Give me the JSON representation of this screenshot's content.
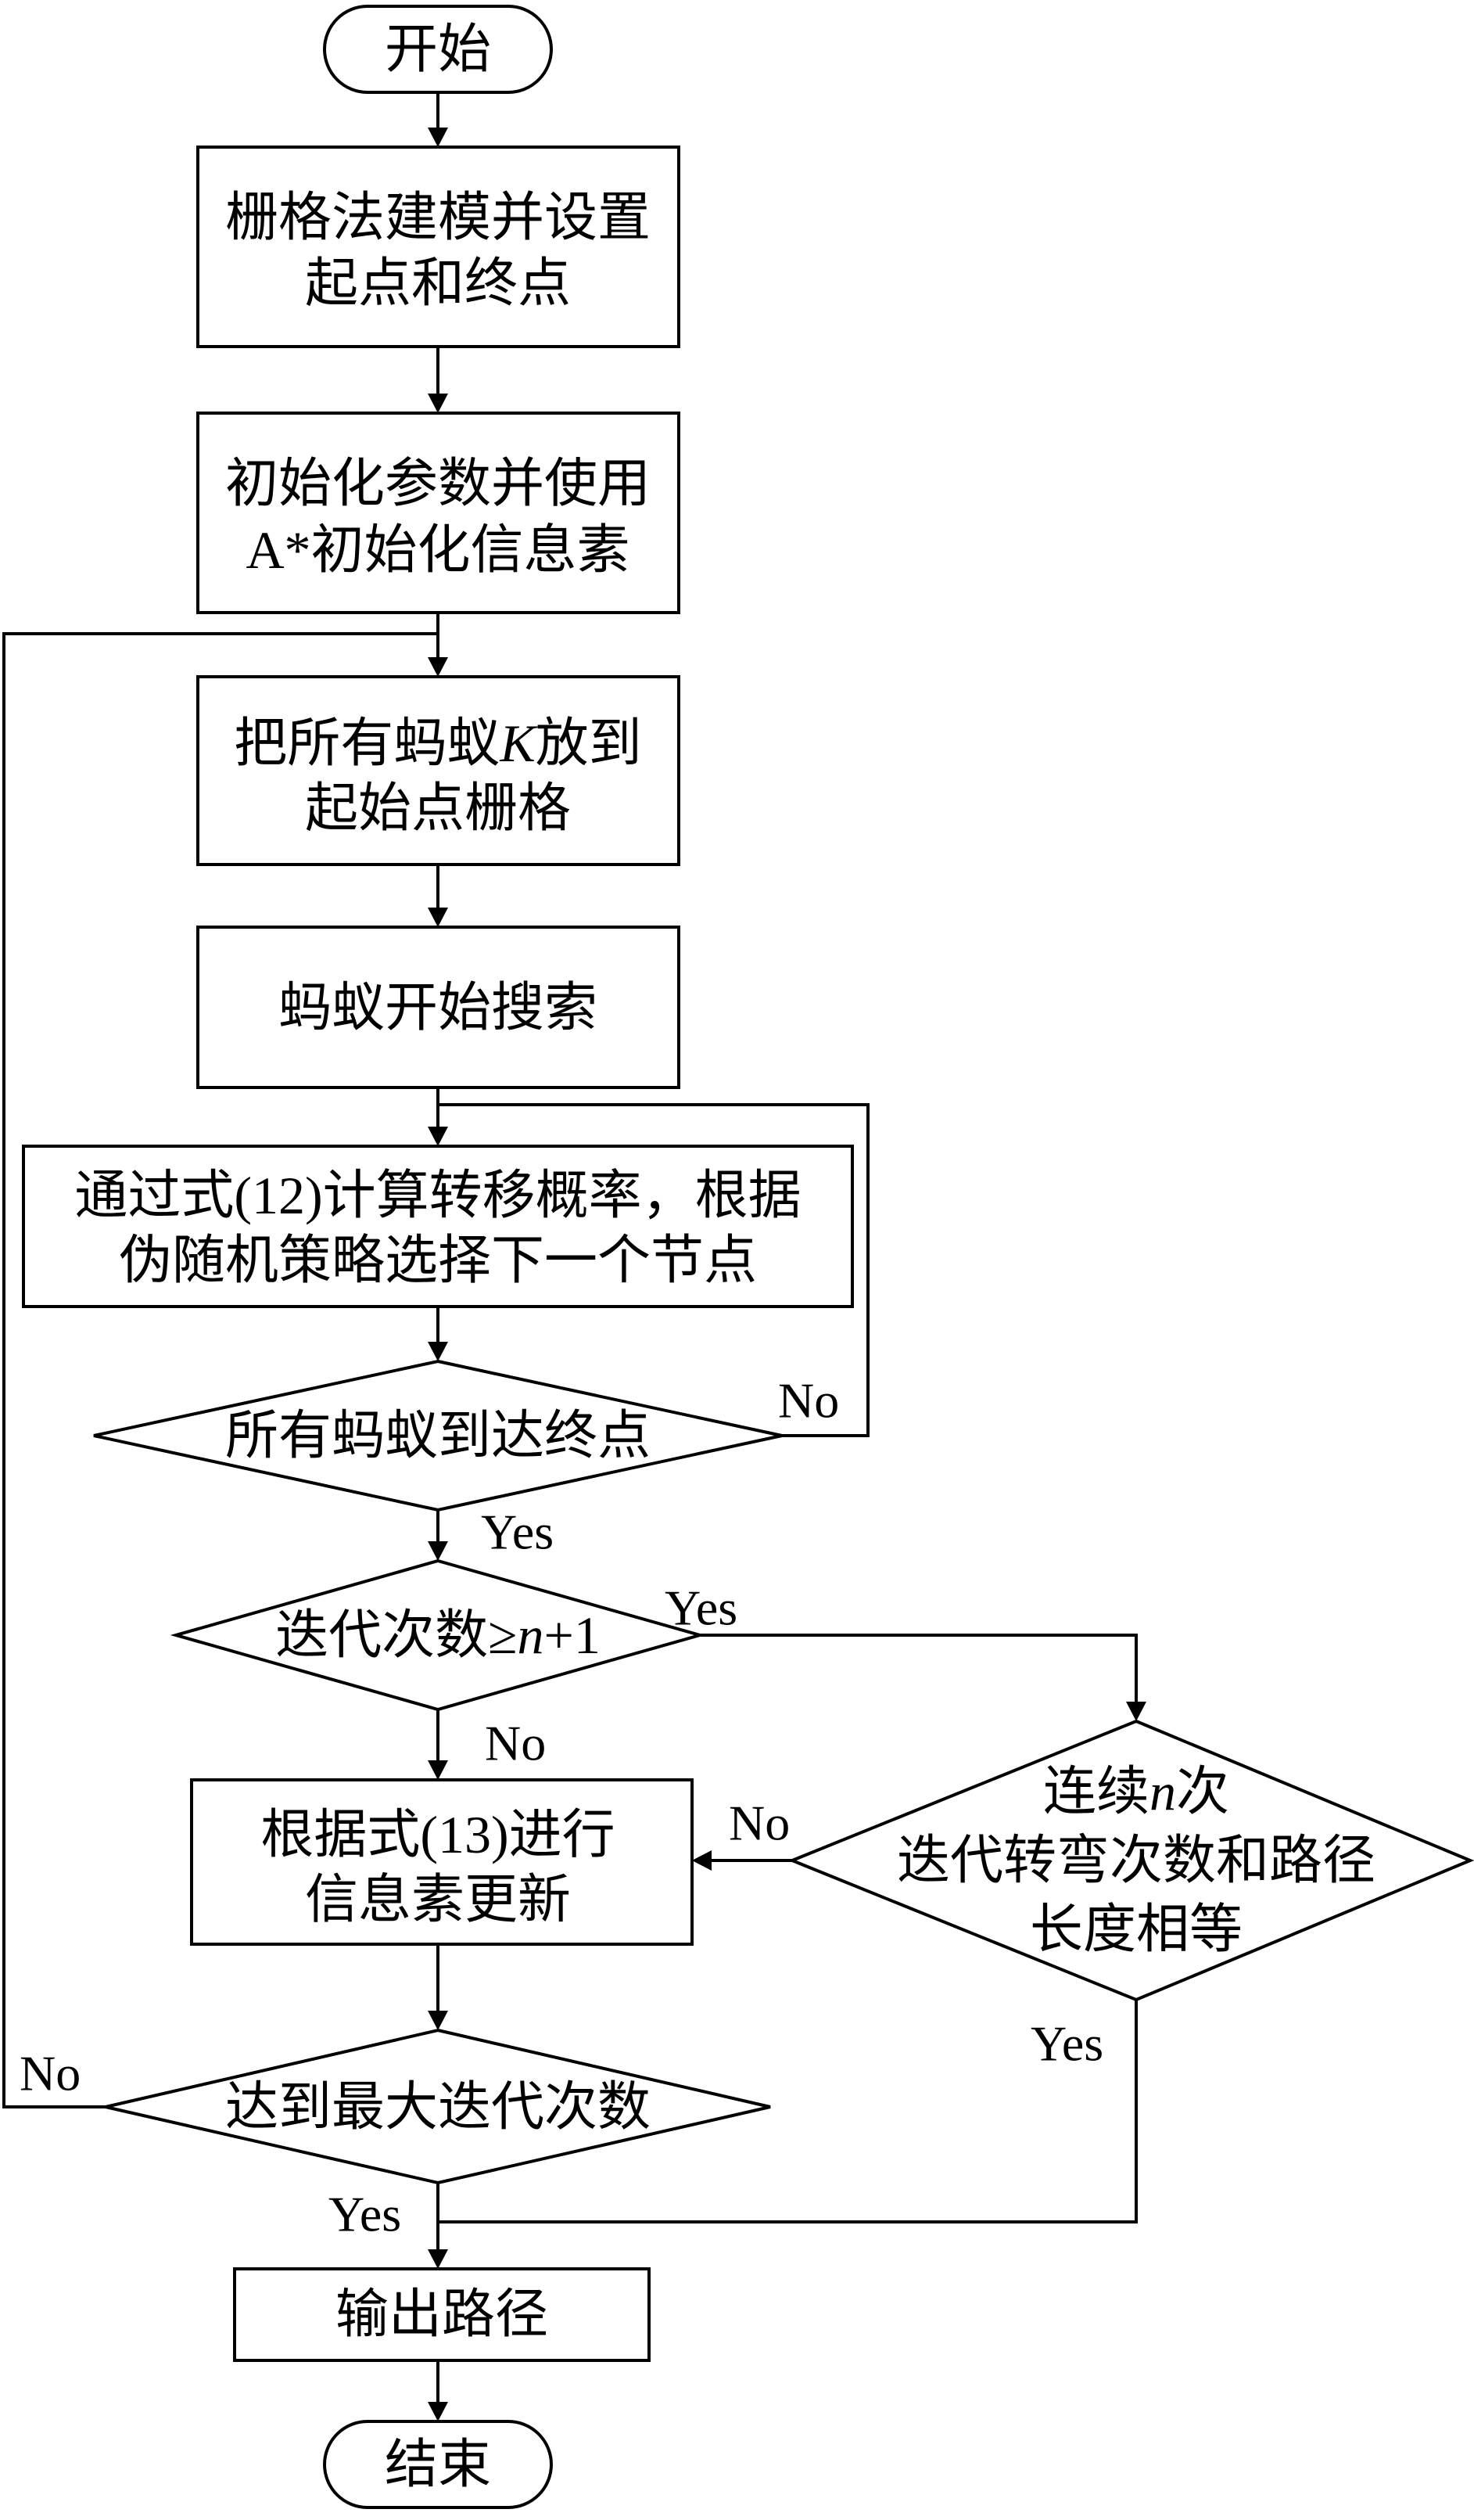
{
  "nodes": {
    "start": "开始",
    "step1": [
      "栅格法建模并设置",
      "起点和终点"
    ],
    "step2": [
      "初始化参数并使用",
      "A*初始化信息素"
    ],
    "step3": {
      "before": "把所有蚂蚁",
      "var": "K",
      "after": "放到",
      "line2": "起始点栅格"
    },
    "step4": "蚂蚁开始搜索",
    "step5": [
      "通过式(12)计算转移概率，根据",
      "伪随机策略选择下一个节点"
    ],
    "decision1": "所有蚂蚁到达终点",
    "decision2": {
      "before": "迭代次数≥",
      "var": "n",
      "after": "+1"
    },
    "step6": [
      "根据式(13)进行",
      "信息素更新"
    ],
    "decision3": {
      "line1_before": "连续",
      "line1_var": "n",
      "line1_after": "次",
      "line2": "迭代转弯次数和路径",
      "line3": "长度相等"
    },
    "decision4": "达到最大迭代次数",
    "output": "输出路径",
    "end": "结束"
  },
  "edge_labels": {
    "d1_no": "No",
    "d1_yes": "Yes",
    "d2_yes": "Yes",
    "d2_no": "No",
    "d3_no": "No",
    "d3_yes": "Yes",
    "d4_no": "No",
    "d4_yes": "Yes"
  }
}
